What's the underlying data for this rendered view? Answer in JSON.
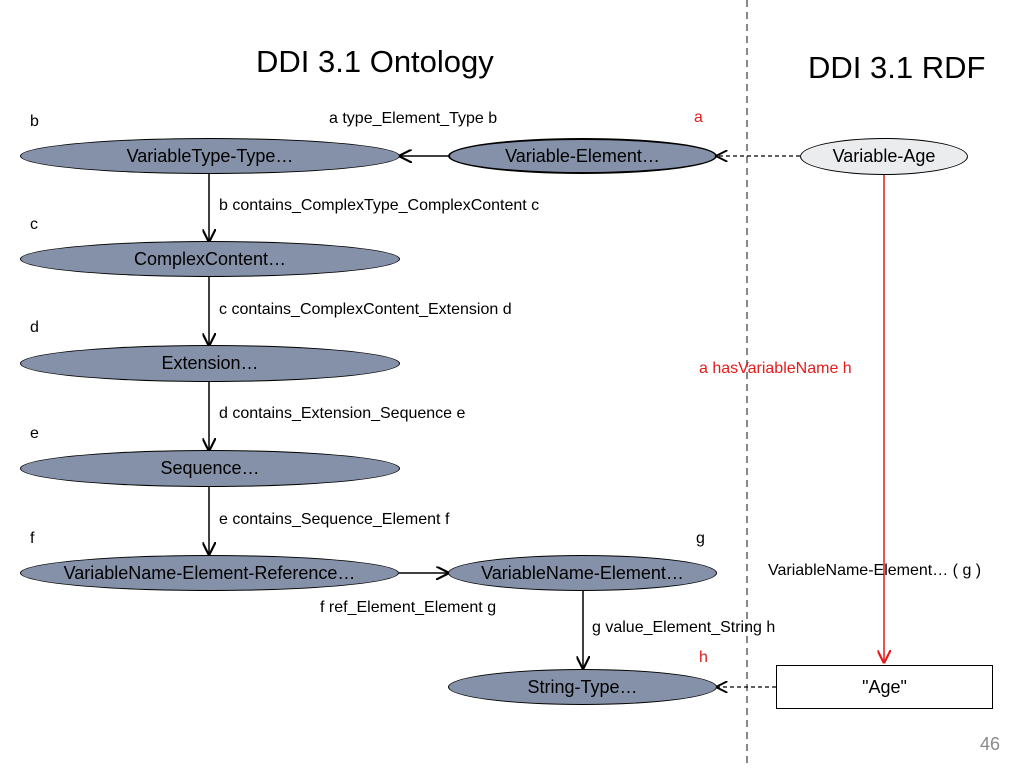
{
  "titles": {
    "left": "DDI 3.1 Ontology",
    "right": "DDI 3.1 RDF"
  },
  "nodes": {
    "variable_type": "VariableType-Type…",
    "variable_element": "Variable-Element…",
    "variable_age": "Variable-Age",
    "complex_content": "ComplexContent…",
    "extension": "Extension…",
    "sequence": "Sequence…",
    "variablename_element_reference": "VariableName-Element-Reference…",
    "variablename_element": "VariableName-Element…",
    "string_type": "String-Type…",
    "age_literal": "\"Age\""
  },
  "letters": {
    "b": "b",
    "a": "a",
    "c": "c",
    "d": "d",
    "e": "e",
    "f": "f",
    "g": "g",
    "h": "h"
  },
  "edges": {
    "type_element_type": "a  type_Element_Type  b",
    "contains_complextype": "b  contains_ComplexType_ComplexContent  c",
    "contains_extension": "c  contains_ComplexContent_Extension  d",
    "contains_sequence": "d  contains_Extension_Sequence  e",
    "contains_element": "e  contains_Sequence_Element  f",
    "ref_element": "f  ref_Element_Element g",
    "value_element_string": "g  value_Element_String  h",
    "has_variable_name": "a  hasVariableName  h",
    "variablename_instance": "VariableName-Element… ( g )"
  },
  "colors": {
    "node_fill": "#8591a8",
    "instance_fill": "#ebecee",
    "rdf_arrow": "#e31b1b"
  },
  "page_number": "46"
}
